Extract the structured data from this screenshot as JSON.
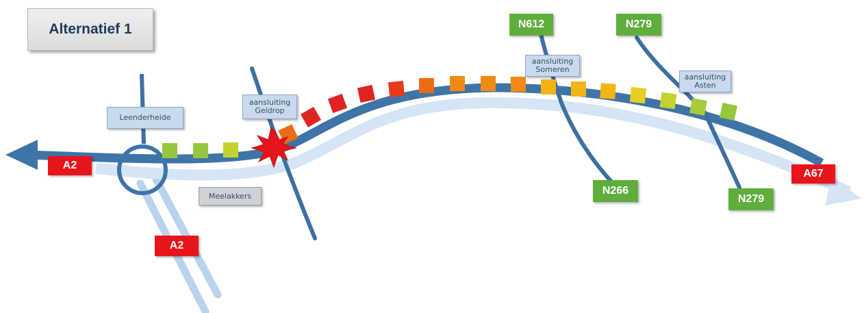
{
  "title": "Alternatief 1",
  "roads": {
    "a2_west": "A2",
    "a2_south": "A2",
    "a67": "A67",
    "n612": "N612",
    "n279_top": "N279",
    "n266": "N266",
    "n279_bottom": "N279"
  },
  "places": {
    "leenderheide": "Leenderheide",
    "meelakkers": "Meelakkers",
    "geldrop": [
      "aansluiting",
      "Geldrop"
    ],
    "someren": [
      "aansluiting",
      "Someren"
    ],
    "asten": [
      "aansluiting",
      "Asten"
    ]
  },
  "colors": {
    "main_road": "#3f74a8",
    "light_road": "#b9d3ef",
    "cross_road": "#3f6fa0",
    "road_label_red": "#e8141b",
    "road_label_green": "#5fae3c",
    "incident": "#e8141b",
    "congestion_scale": [
      "#e02424",
      "#e83a1c",
      "#ef6a14",
      "#f08a12",
      "#f2b416",
      "#e6cf20",
      "#c4d22e",
      "#a6cc3a",
      "#96c63e"
    ]
  },
  "congestion_squares_count": 19
}
